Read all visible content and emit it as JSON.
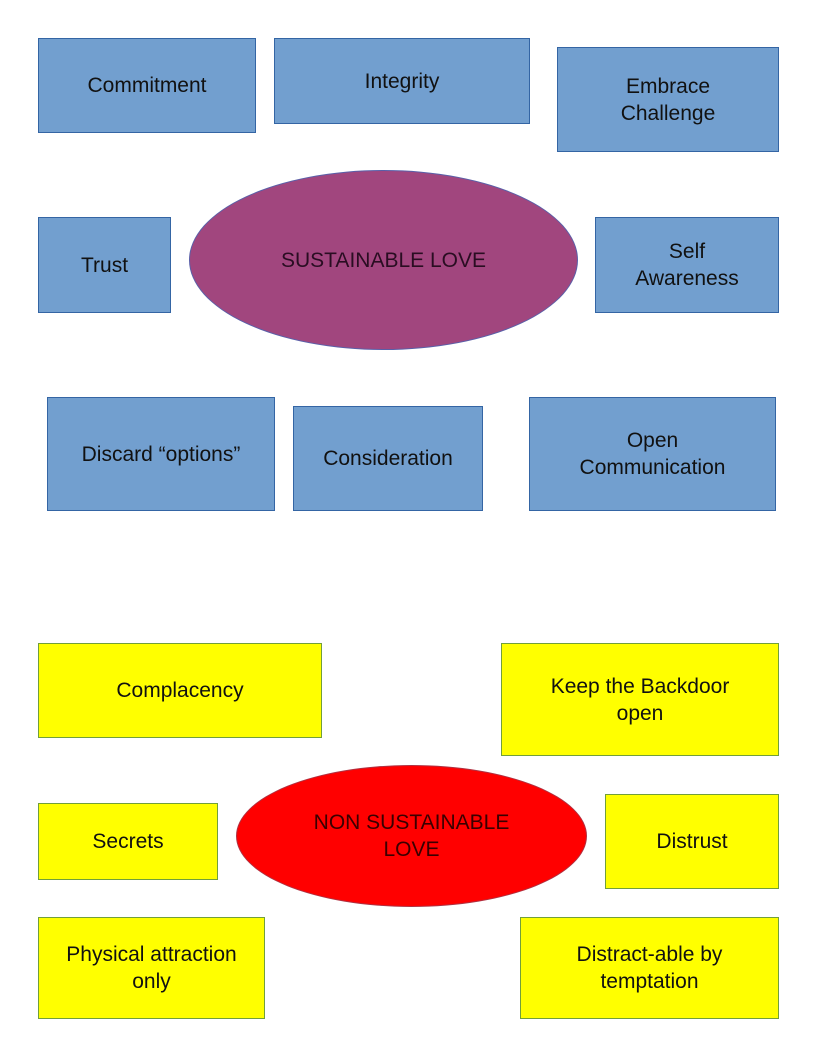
{
  "sustainable": {
    "center": "SUSTAINABLE LOVE",
    "traits": [
      "Commitment",
      "Integrity",
      "Embrace\nChallenge",
      "Trust",
      "Self\nAwareness",
      "Discard “options”",
      "Consideration",
      "Open\nCommunication"
    ]
  },
  "non_sustainable": {
    "center": "NON SUSTAINABLE\nLOVE",
    "traits": [
      "Complacency",
      "Keep the Backdoor\nopen",
      "Secrets",
      "Distrust",
      "Physical attraction\nonly",
      "Distract-able by\ntemptation"
    ]
  },
  "colors": {
    "blue": "#729fcf",
    "purple": "#a1467e",
    "yellow": "#ffff00",
    "red": "#ff0000"
  }
}
